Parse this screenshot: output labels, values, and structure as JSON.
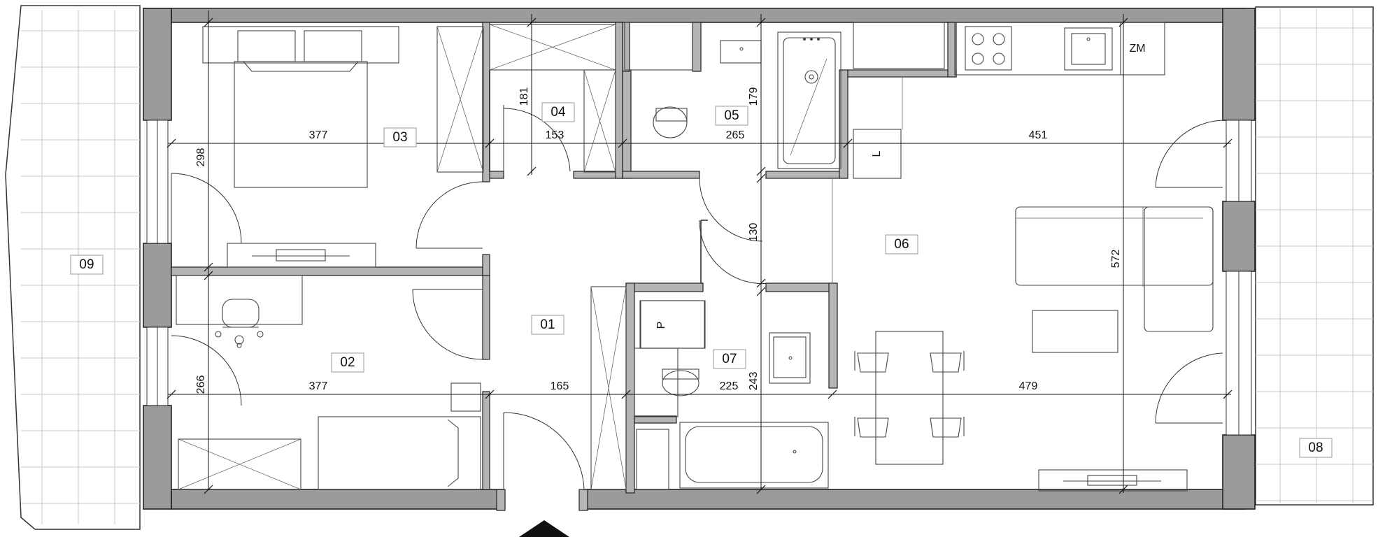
{
  "plan": {
    "rooms": {
      "r01": "01",
      "r02": "02",
      "r03": "03",
      "r04": "04",
      "r05": "05",
      "r06": "06",
      "r07": "07",
      "r08": "08",
      "r09": "09"
    },
    "dimensions": {
      "d377a": "377",
      "d153": "153",
      "d265": "265",
      "d451": "451",
      "d377b": "377",
      "d165": "165",
      "d225": "225",
      "d479": "479",
      "d298": "298",
      "d181": "181",
      "d179": "179",
      "d130": "130",
      "d572": "572",
      "d266": "266",
      "d243": "243"
    },
    "symbols": {
      "zm": "ZM",
      "l": "L",
      "p": "P"
    }
  }
}
